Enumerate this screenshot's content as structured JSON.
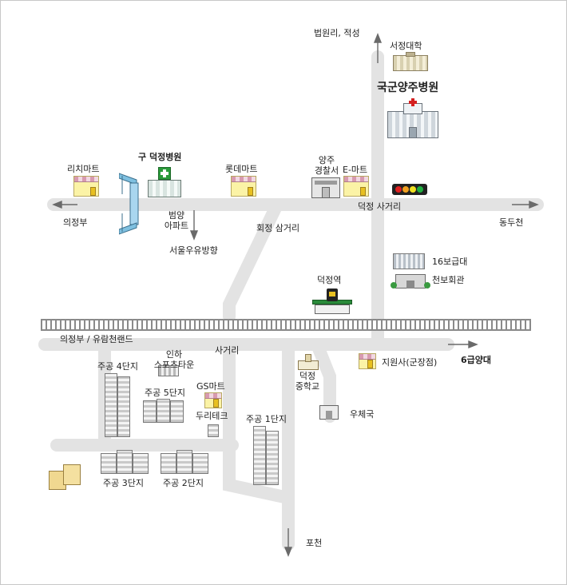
{
  "labels": {
    "beopwon": "법원리, 적성",
    "seojeong_univ": "서정대학",
    "hospital": "국군양주병원",
    "old_hospital": "구 덕정병원",
    "richi_mart": "리치마트",
    "lotte_mart": "롯데마트",
    "police": "양주\n경찰서",
    "e_mart": "E-마트",
    "uijeongbu_w": "의정부",
    "beomyang_apt": "범양\n아파트",
    "deokjeong_x": "덕정 사거리",
    "dongducheon": "동두천",
    "hoejeong": "회정 삼거리",
    "seoul_milk": "서울우유방향",
    "div16": "16보급대",
    "cheonbo": "천보회관",
    "station": "덕정역",
    "uijeongbu_yurim": "의정부 / 유람천랜드",
    "sageori": "사거리",
    "brigade6": "6급양대",
    "jugong4": "주공 4단지",
    "inha_sports": "인하\n스포츠타운",
    "jugong5": "주공 5단지",
    "gs_mart": "GS마트",
    "duri_tech": "두리테크",
    "deokjeong_ms": "덕정\n중학교",
    "jiwonsa": "지원사(군장점)",
    "post_office": "우체국",
    "jugong1": "주공 1단지",
    "jugong3": "주공 3단지",
    "jugong2": "주공 2단지",
    "pocheon": "포천"
  },
  "icons": [
    "mart-icon",
    "hospital-icon",
    "university-icon",
    "police-icon",
    "traffic-light-icon",
    "station-icon",
    "school-icon",
    "post-office-icon",
    "apartment-icon",
    "overpass-icon",
    "hall-icon"
  ],
  "colors": {
    "road": "#e3e3e3",
    "rail": "#8a8a8a",
    "arrow": "#6a6a6a",
    "mart_awning": "#d89ab0",
    "mart_body": "#fbf3a6",
    "hospital_cross": "#d42020",
    "station_roof": "#2a8a3a"
  }
}
